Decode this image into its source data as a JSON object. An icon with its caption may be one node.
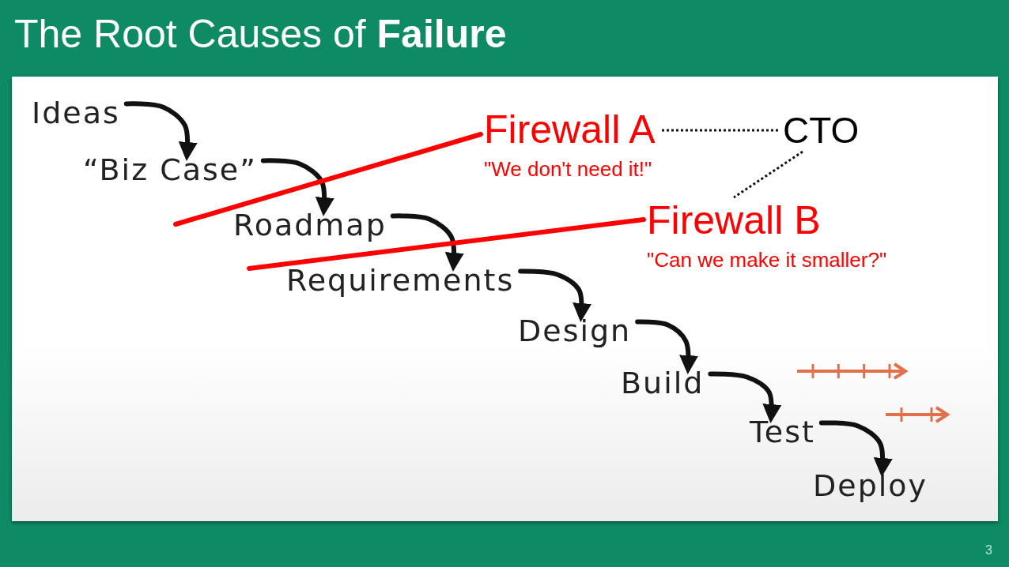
{
  "diagram": {
    "title": "The Root Causes of **Failure**",
    "nodes": [
      {
        "text": [
          "Ideas"
        ]
      },
      {
        "text": [
          "“Biz Case”"
        ]
      },
      {
        "text": [
          "Roadmap"
        ]
      },
      {
        "text": [
          "Requirements"
        ]
      },
      {
        "text": [
          "Design"
        ]
      },
      {
        "text": [
          "Build"
        ]
      },
      {
        "text": [
          "Test"
        ]
      },
      {
        "text": [
          "Deploy"
        ]
      },
      {
        "text": [
          "Firewall A",
          "\"We don't need it!\""
        ]
      },
      {
        "text": [
          "Firewall B",
          "\"Can we make it smaller?\""
        ]
      },
      {
        "text": [
          "CTO"
        ]
      }
    ],
    "edges": [
      {
        "from": 0,
        "to": 1,
        "arrow": "to"
      },
      {
        "from": 1,
        "to": 2,
        "arrow": "to"
      },
      {
        "from": 2,
        "to": 3,
        "arrow": "to"
      },
      {
        "from": 3,
        "to": 4,
        "arrow": "to"
      },
      {
        "from": 4,
        "to": 5,
        "arrow": "to"
      },
      {
        "from": 5,
        "to": 6,
        "arrow": "to"
      },
      {
        "from": 6,
        "to": 7,
        "arrow": "to"
      },
      {
        "from": 10,
        "to": 8,
        "arrow": "none",
        "style": "dashed"
      },
      {
        "from": 10,
        "to": 9,
        "arrow": "none",
        "style": "dashed"
      },
      {
        "from": 8,
        "to": null,
        "arrow": "none",
        "color": "#ff0000"
      },
      {
        "from": 9,
        "to": null,
        "arrow": "none",
        "color": "#ff0000"
      }
    ],
    "labels": [
      "3"
    ]
  }
}
